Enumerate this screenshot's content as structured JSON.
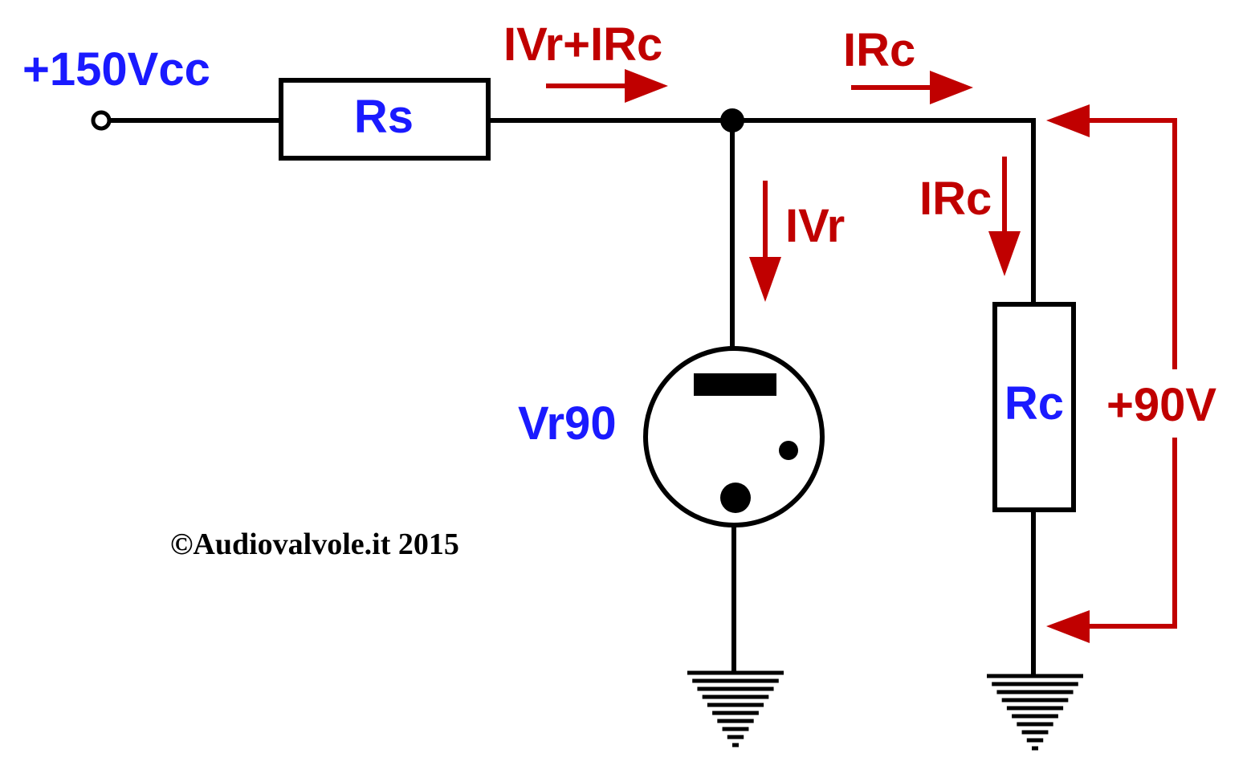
{
  "colors": {
    "component_label": "#1a1aff",
    "current_label": "#c00000",
    "wire": "#000000"
  },
  "labels": {
    "supply": "+150Vcc",
    "rs": "Rs",
    "rc": "Rc",
    "tube": "Vr90",
    "current_total": "IVr+IRc",
    "current_rc_top": "IRc",
    "current_rc_side": "IRc",
    "current_vr": "IVr",
    "voltage": "+90V",
    "copyright": "©Audiovalvole.it 2015"
  }
}
